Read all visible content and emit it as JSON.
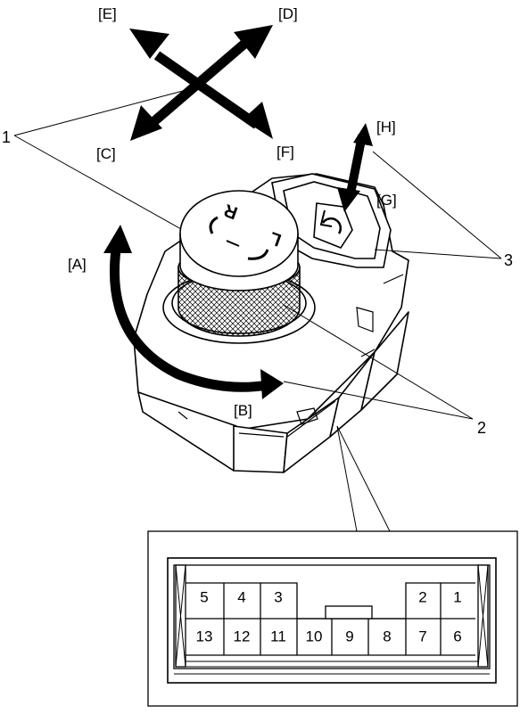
{
  "direction_labels": {
    "A": "[A]",
    "B": "[B]",
    "C": "[C]",
    "D": "[D]",
    "E": "[E]",
    "F": "[F]",
    "G": "[G]",
    "H": "[H]"
  },
  "callouts": {
    "c1": "1",
    "c2": "2",
    "c3": "3"
  },
  "knob_marks": {
    "right": "R",
    "left": "L"
  },
  "connector": {
    "top_row": [
      "5",
      "4",
      "3",
      "2",
      "1"
    ],
    "bottom_row": [
      "13",
      "12",
      "11",
      "10",
      "9",
      "8",
      "7",
      "6"
    ]
  }
}
